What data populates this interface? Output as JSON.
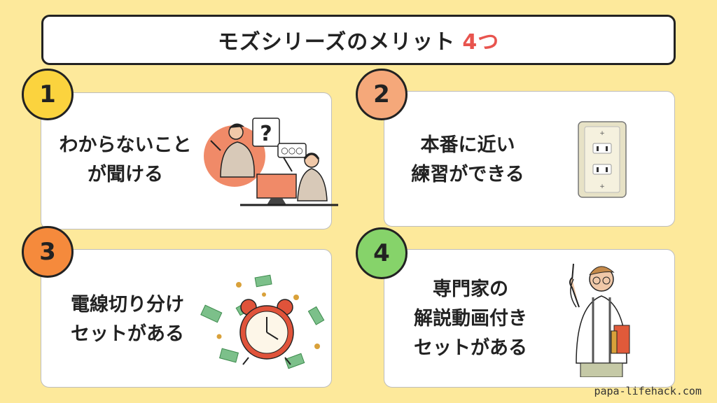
{
  "title": {
    "text": "モズシリーズのメリット",
    "number": "4つ"
  },
  "items": [
    {
      "number": "1",
      "lines": [
        "わからないこと",
        "が聞ける"
      ],
      "badge_color": "#fbd33e"
    },
    {
      "number": "2",
      "lines": [
        "本番に近い",
        "練習ができる"
      ],
      "badge_color": "#f5a87a"
    },
    {
      "number": "3",
      "lines": [
        "電線切り分け",
        "セットがある"
      ],
      "badge_color": "#f58a3c"
    },
    {
      "number": "4",
      "lines": [
        "専門家の",
        "解説動画付き",
        "セットがある"
      ],
      "badge_color": "#86d36a"
    }
  ],
  "illustration_icons": [
    "consultation-illustration",
    "outlet-icon",
    "alarm-clock-money-illustration",
    "teacher-illustration"
  ],
  "footer": "papa-lifehack.com"
}
